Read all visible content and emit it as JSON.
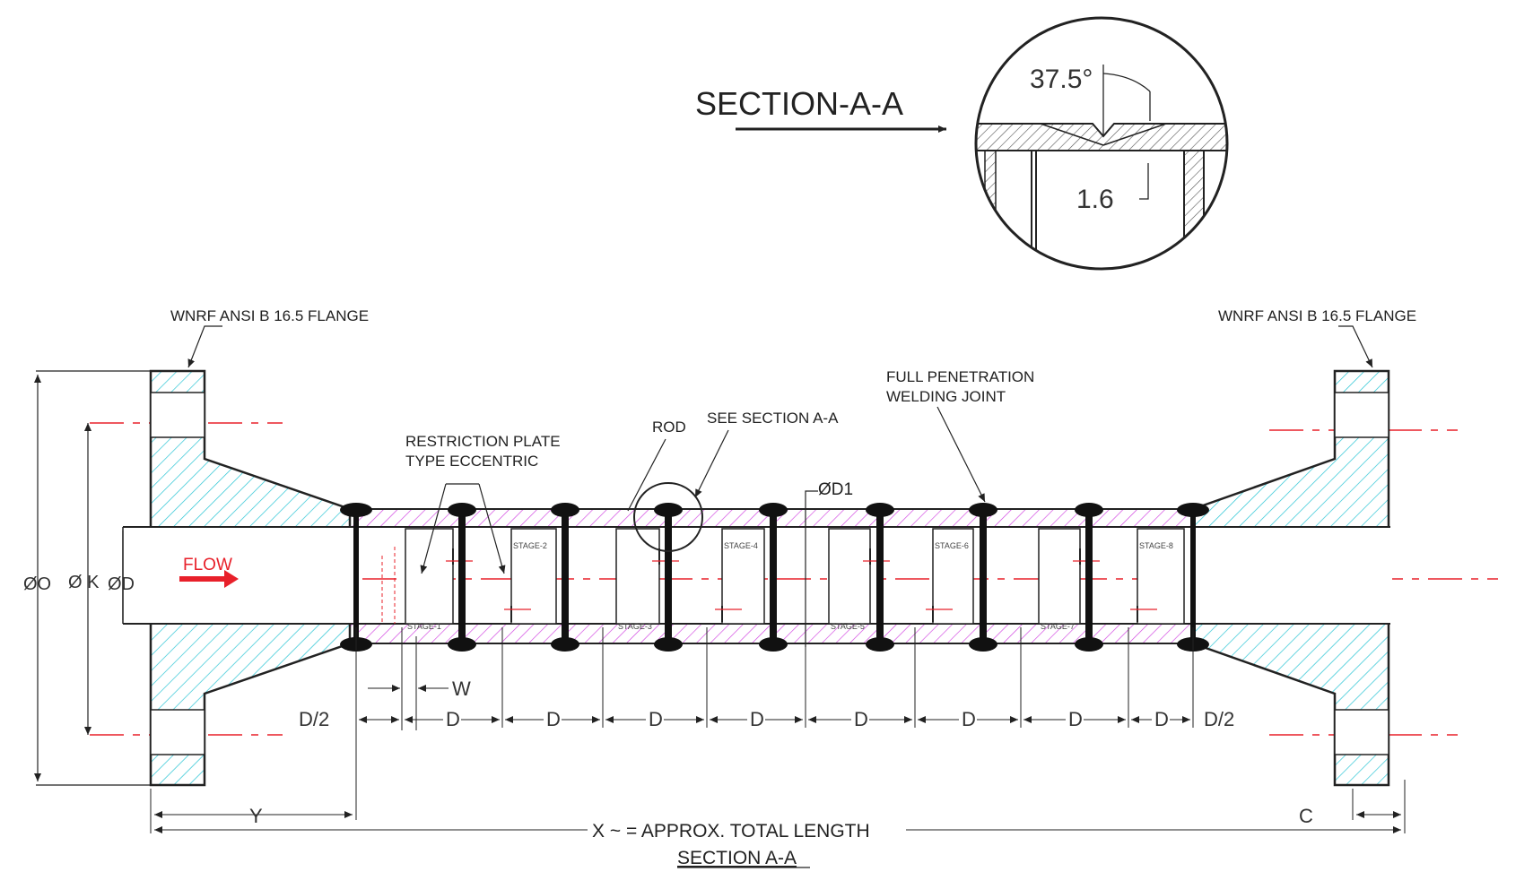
{
  "section_callout": {
    "title": "SECTION-A-A",
    "angle": "37.5°",
    "gap": "1.6"
  },
  "labels": {
    "flange_left": "WNRF  ANSI B 16.5 FLANGE",
    "flange_right": "WNRF  ANSI B 16.5 FLANGE",
    "full_penetration_1": "FULL PENETRATION",
    "full_penetration_2": "WELDING JOINT",
    "restriction_1": "RESTRICTION PLATE",
    "restriction_2": "TYPE ECCENTRIC",
    "rod": "ROD",
    "see_section": "SEE SECTION A-A",
    "d1": "ØD1",
    "flow": "FLOW",
    "do": "ØO",
    "dk": "Ø K",
    "dd": "ØD",
    "w": "W",
    "d_half_left": "D/2",
    "d_half_right": "D/2",
    "d_spacing": "D",
    "y": "Y",
    "c": "C",
    "total_length": "X ~ = APPROX. TOTAL LENGTH",
    "caption": "SECTION A-A"
  },
  "stages": [
    "STAGE-1",
    "STAGE-2",
    "STAGE-3",
    "STAGE-4",
    "STAGE-5",
    "STAGE-6",
    "STAGE-7",
    "STAGE-8"
  ],
  "colors": {
    "ink": "#1a1a1a",
    "centerline": "#e8202a",
    "flange_hatch": "#2ac4d4",
    "pipe_hatch": "#d040e0",
    "flow_arrow": "#e8202a"
  }
}
